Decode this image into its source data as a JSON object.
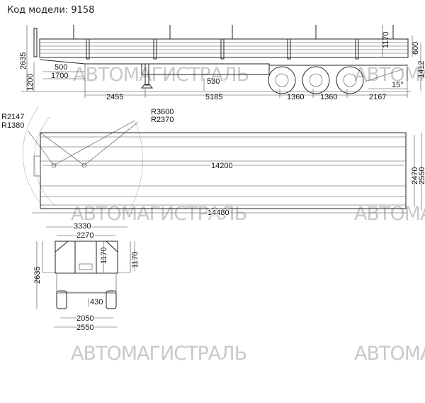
{
  "header": {
    "model_label": "Код модели: 9158"
  },
  "watermark": {
    "logo_text": "АВТОМАГИСТРАЛЬ"
  },
  "side_view": {
    "overall_height": "2635",
    "coupling_height": "1200",
    "kingpin_offset": "500",
    "kingpin_to_support": "1700",
    "front_to_landing_gear": "2455",
    "landing_gear_to_axle": "5185",
    "ground_clearance": "530",
    "axle_spacing_1": "1360",
    "axle_spacing_2": "1360",
    "rear_overhang": "2167",
    "stake_height": "1170",
    "side_board_height": "600",
    "deck_height": "1412",
    "departure_angle": "15°"
  },
  "top_view": {
    "radius_1": "R2147",
    "radius_2": "R1380",
    "radius_3": "R3600",
    "radius_4": "R2370",
    "platform_length": "14200",
    "overall_length": "14480",
    "inner_width": "2470",
    "overall_width": "2550"
  },
  "rear_view": {
    "width_with_boards_open": "3330",
    "inner_width": "2270",
    "stake_height_left": "1170",
    "stake_height_right": "1170",
    "overall_height": "2635",
    "underrun_clearance": "430",
    "track_width": "2050",
    "overall_width": "2550"
  }
}
